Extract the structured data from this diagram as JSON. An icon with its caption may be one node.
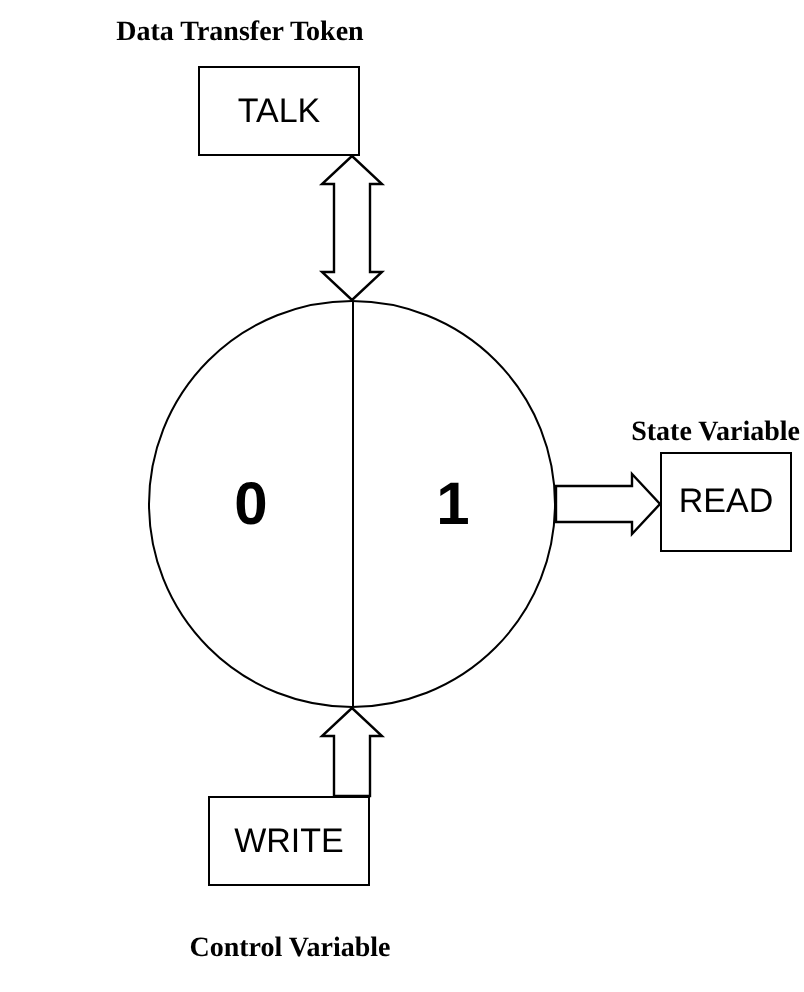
{
  "diagram": {
    "nodes": [
      {
        "text": [
          "TALK"
        ],
        "beside": [
          "Data Transfer Token"
        ]
      },
      {
        "text": [
          "0",
          "1"
        ]
      },
      {
        "text": [
          "READ"
        ],
        "beside": [
          "State Variable"
        ]
      },
      {
        "text": [
          "WRITE"
        ],
        "beside": [
          "Control Variable"
        ]
      }
    ],
    "edges": [
      {
        "from": 0,
        "to": 1,
        "arrow": "both",
        "style": "thick"
      },
      {
        "from": 1,
        "to": 2,
        "arrow": "to",
        "style": "thick"
      },
      {
        "from": 3,
        "to": 1,
        "arrow": "to",
        "style": "thick"
      }
    ]
  }
}
